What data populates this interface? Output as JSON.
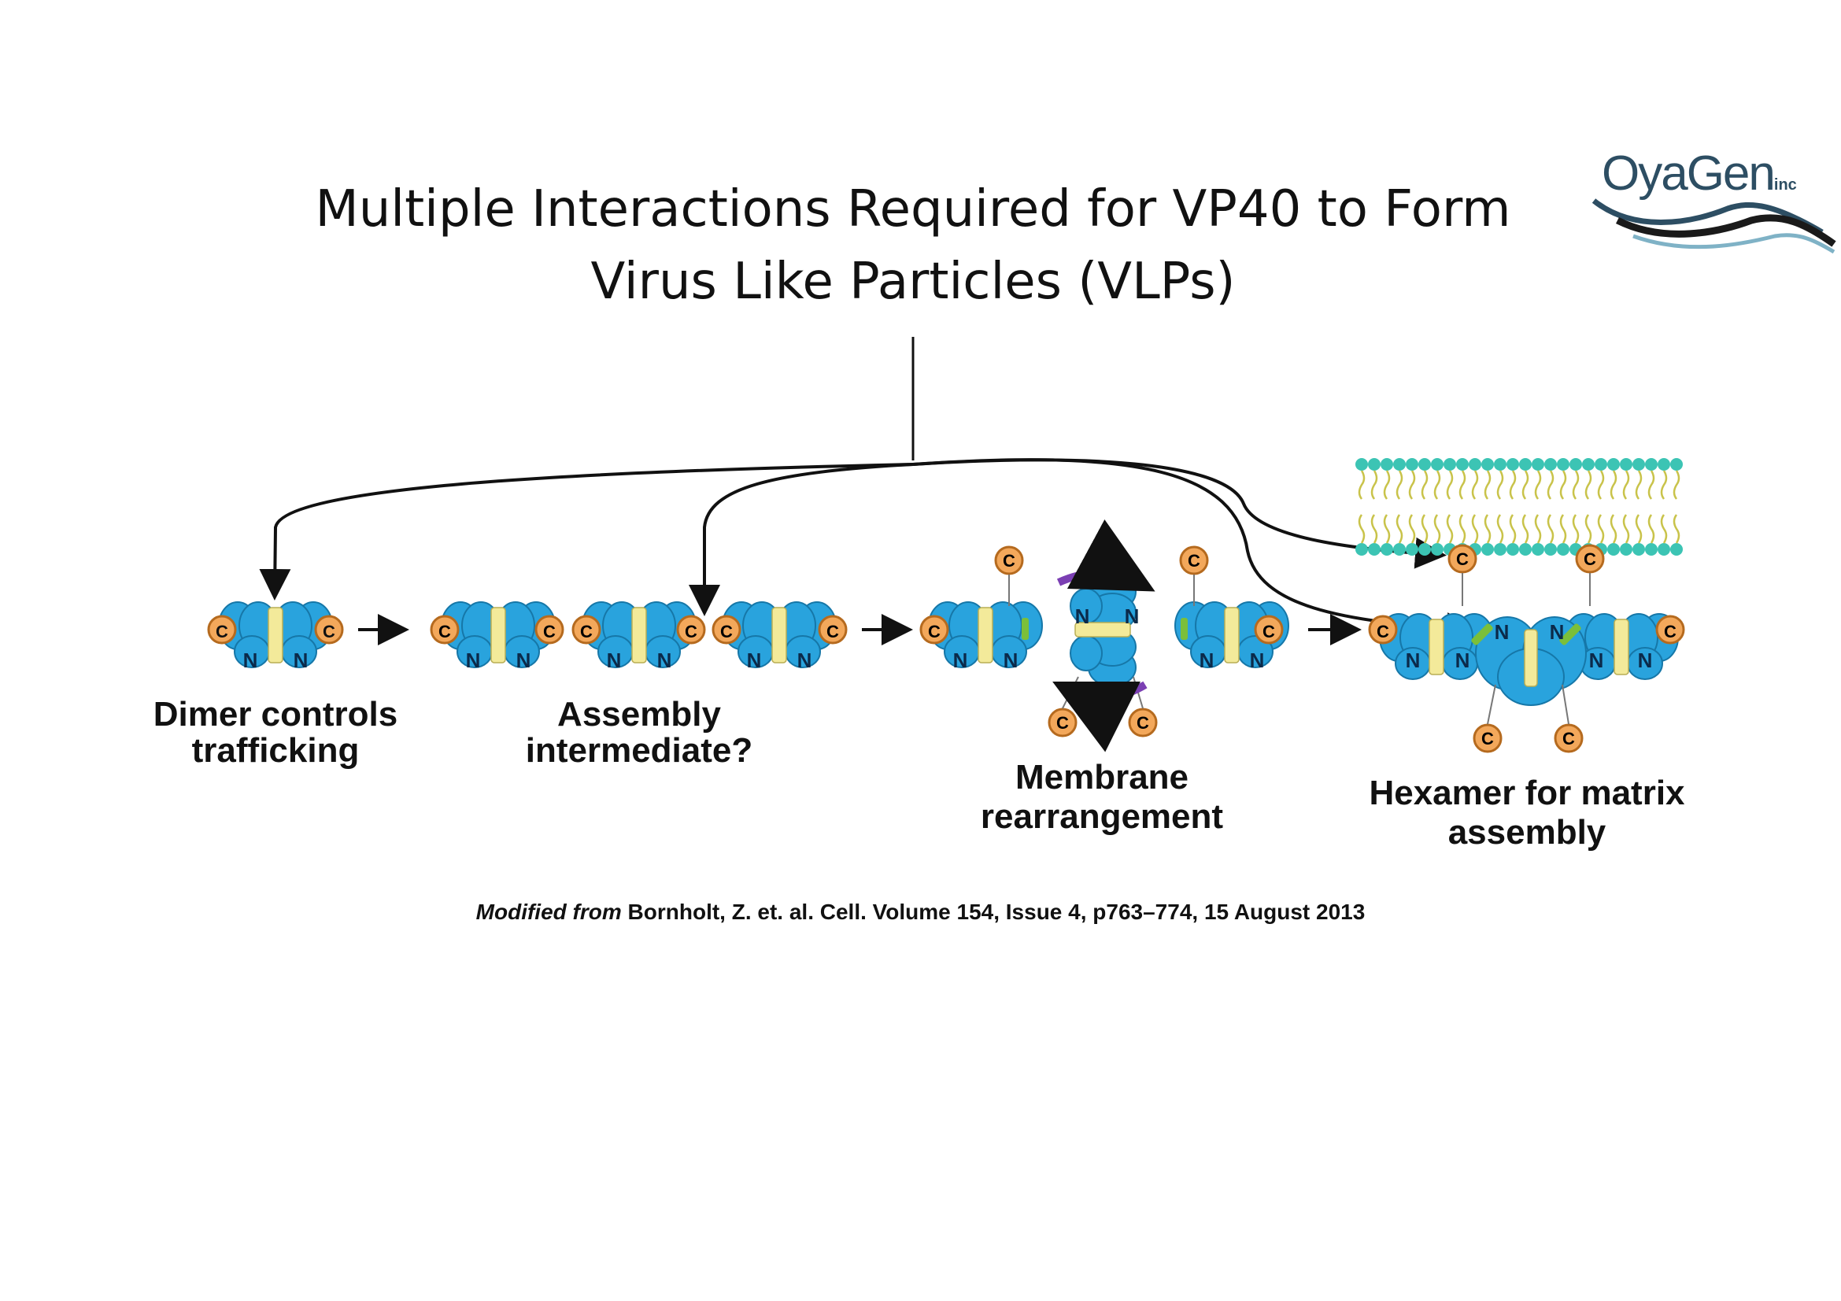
{
  "title": {
    "line1": "Multiple Interactions Required for VP40 to Form",
    "line2": "Virus Like Particles (VLPs)"
  },
  "logo": {
    "text": "OyaGen",
    "suffix": "inc"
  },
  "stages": [
    {
      "label_line1": "Dimer controls",
      "label_line2": "trafficking"
    },
    {
      "label_line1": "Assembly",
      "label_line2": "intermediate?"
    },
    {
      "label_line1": "Membrane",
      "label_line2": "rearrangement"
    },
    {
      "label_line1": "Hexamer for matrix",
      "label_line2": "assembly"
    }
  ],
  "domain_labels": {
    "c_terminal": "C",
    "n_terminal": "N"
  },
  "citation": {
    "prefix": "Modified from",
    "text": "Bornholt, Z. et. al. Cell. Volume 154, Issue 4, p763–774, 15 August 2013"
  },
  "colors": {
    "protein": "#29a3dd",
    "c_domain": "#f3a85b",
    "interface": "#f3ea9a",
    "membrane_head": "#3cc4b4",
    "membrane_tail": "#c9c34a",
    "rotation_arrow": "#7b3fb3",
    "green_patch": "#7bbf3a"
  },
  "icons": [
    "arrow-right-icon",
    "rotation-arrow-icon"
  ]
}
